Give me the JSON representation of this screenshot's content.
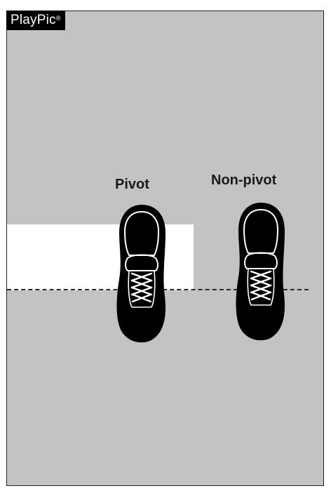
{
  "brand": {
    "name": "PlayPic",
    "mark": "®"
  },
  "labels": {
    "pivot": "Pivot",
    "non_pivot": "Non-pivot"
  },
  "icons": {
    "pivot_foot": "sneaker-icon",
    "non_pivot_foot": "sneaker-icon"
  },
  "colors": {
    "court": "#c3c3c3",
    "out_of_bounds_area": "#ffffff",
    "shoe": "#000000",
    "laces": "#ffffff"
  }
}
